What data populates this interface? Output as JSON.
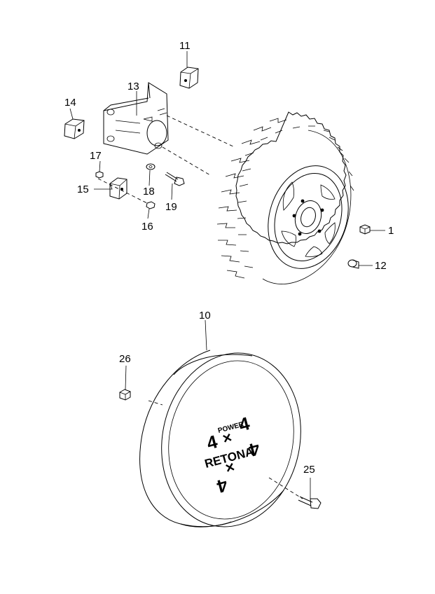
{
  "labels": {
    "p1": "1",
    "p10": "10",
    "p11": "11",
    "p12": "12",
    "p13": "13",
    "p14": "14",
    "p15": "15",
    "p16": "16",
    "p17": "17",
    "p18": "18",
    "p19": "19",
    "p25": "25",
    "p26": "26"
  },
  "cover_logo": {
    "top_four": "4",
    "power": "POWER",
    "top_x": "×",
    "top_four_right": "4",
    "brand": "RETONA",
    "bottom_four": "4",
    "bottom_x": "×",
    "bottom_four_right": "4"
  }
}
